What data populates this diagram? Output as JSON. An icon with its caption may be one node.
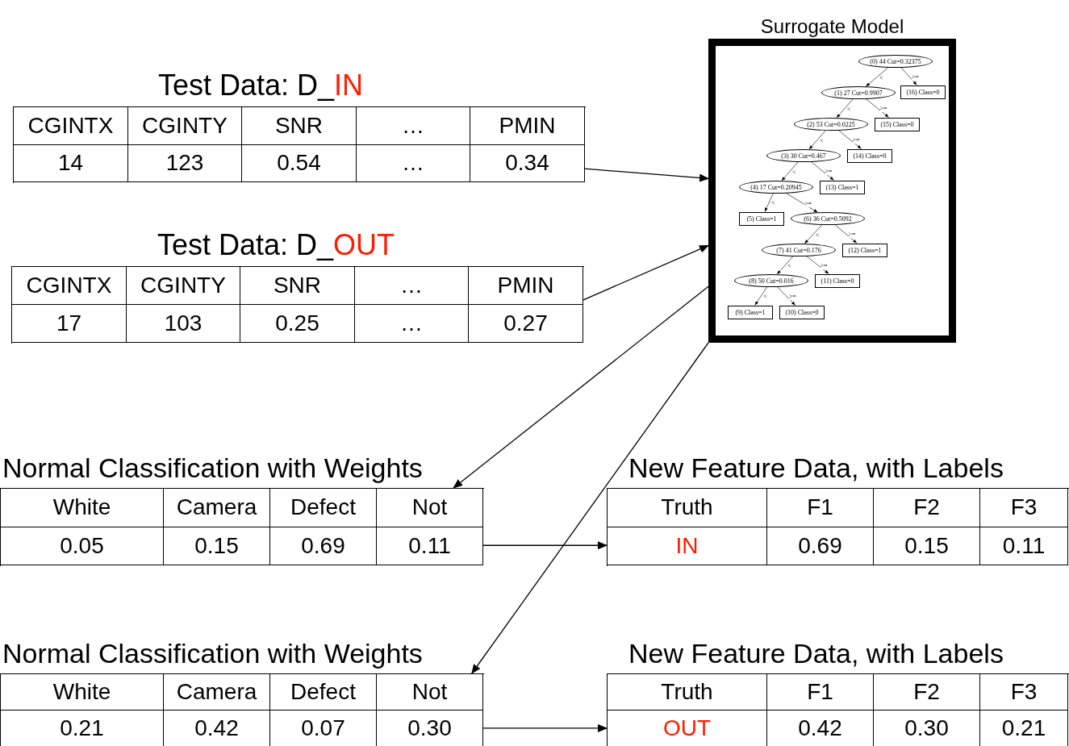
{
  "diagram": {
    "nodes": [
      {
        "text": [
          "Surrogate Model"
        ]
      },
      {
        "text": [
          "(0) 44 Cut=0.32375"
        ],
        "in": 0
      },
      {
        "text": [
          "(1) 27 Cut=0.9907"
        ],
        "in": 0
      },
      {
        "text": [
          "(2) 53 Cut=0.0225"
        ],
        "in": 0
      },
      {
        "text": [
          "(3) 30 Cut=0.467"
        ],
        "in": 0
      },
      {
        "text": [
          "(4) 17 Cut=0.20945"
        ],
        "in": 0
      },
      {
        "text": [
          "(5) Class=1"
        ],
        "in": 0
      },
      {
        "text": [
          "(6) 36 Cut=0.5092"
        ],
        "in": 0
      },
      {
        "text": [
          "(7) 41 Cut=0.176"
        ],
        "in": 0
      },
      {
        "text": [
          "(8) 50 Cut=0.016"
        ],
        "in": 0
      },
      {
        "text": [
          "(9) Class=1"
        ],
        "in": 0
      },
      {
        "text": [
          "(10) Class=0"
        ],
        "in": 0
      },
      {
        "text": [
          "(11) Class=0"
        ],
        "in": 0
      },
      {
        "text": [
          "(12) Class=1"
        ],
        "in": 0
      },
      {
        "text": [
          "(13) Class=1"
        ],
        "in": 0
      },
      {
        "text": [
          "(14) Class=0"
        ],
        "in": 0
      },
      {
        "text": [
          "(15) Class=0"
        ],
        "in": 0
      },
      {
        "text": [
          "(16) Class=0"
        ],
        "in": 0
      },
      {
        "text": [
          "Test Data: D_IN",
          "CGINTX",
          "CGINTY",
          "SNR",
          "…",
          "PMIN",
          "14",
          "123",
          "0.54",
          "…",
          "0.34"
        ]
      },
      {
        "text": [
          "Test Data: D_OUT",
          "CGINTX",
          "CGINTY",
          "SNR",
          "…",
          "PMIN",
          "17",
          "103",
          "0.25",
          "…",
          "0.27"
        ]
      },
      {
        "text": [
          "Normal Classification with Weights",
          "White",
          "Camera",
          "Defect",
          "Not",
          "0.05",
          "0.15",
          "0.69",
          "0.11"
        ]
      },
      {
        "text": [
          "New Feature Data, with Labels",
          "Truth",
          "F1",
          "F2",
          "F3",
          "IN",
          "0.69",
          "0.15",
          "0.11"
        ]
      },
      {
        "text": [
          "Normal Classification with Weights",
          "White",
          "Camera",
          "Defect",
          "Not",
          "0.21",
          "0.42",
          "0.07",
          "0.30"
        ]
      },
      {
        "text": [
          "New Feature Data, with Labels",
          "Truth",
          "F1",
          "F2",
          "F3",
          "OUT",
          "0.42",
          "0.30",
          "0.21"
        ]
      }
    ],
    "edges": [
      {
        "from": 1,
        "to": 2,
        "arrow": "to",
        "label": "<"
      },
      {
        "from": 1,
        "to": 17,
        "arrow": "to",
        "label": ">="
      },
      {
        "from": 2,
        "to": 3,
        "arrow": "to",
        "label": "<"
      },
      {
        "from": 2,
        "to": 16,
        "arrow": "to",
        "label": ">="
      },
      {
        "from": 3,
        "to": 4,
        "arrow": "to",
        "label": "<"
      },
      {
        "from": 3,
        "to": 15,
        "arrow": "to",
        "label": ">="
      },
      {
        "from": 4,
        "to": 5,
        "arrow": "to",
        "label": "<"
      },
      {
        "from": 4,
        "to": 14,
        "arrow": "to",
        "label": ">="
      },
      {
        "from": 5,
        "to": 6,
        "arrow": "to",
        "label": "<"
      },
      {
        "from": 5,
        "to": 7,
        "arrow": "to",
        "label": ">="
      },
      {
        "from": 7,
        "to": 8,
        "arrow": "to",
        "label": "<"
      },
      {
        "from": 7,
        "to": 13,
        "arrow": "to",
        "label": ">="
      },
      {
        "from": 8,
        "to": 9,
        "arrow": "to",
        "label": "<"
      },
      {
        "from": 8,
        "to": 12,
        "arrow": "to",
        "label": ">="
      },
      {
        "from": 9,
        "to": 10,
        "arrow": "to",
        "label": "<"
      },
      {
        "from": 9,
        "to": 11,
        "arrow": "to",
        "label": ">="
      },
      {
        "from": 18,
        "to": 0,
        "arrow": "to"
      },
      {
        "from": 19,
        "to": 0,
        "arrow": "to"
      },
      {
        "from": 0,
        "to": 20,
        "arrow": "to"
      },
      {
        "from": 0,
        "to": 22,
        "arrow": "to"
      },
      {
        "from": 20,
        "to": 21,
        "arrow": "to"
      },
      {
        "from": 22,
        "to": 23,
        "arrow": "to"
      }
    ]
  }
}
